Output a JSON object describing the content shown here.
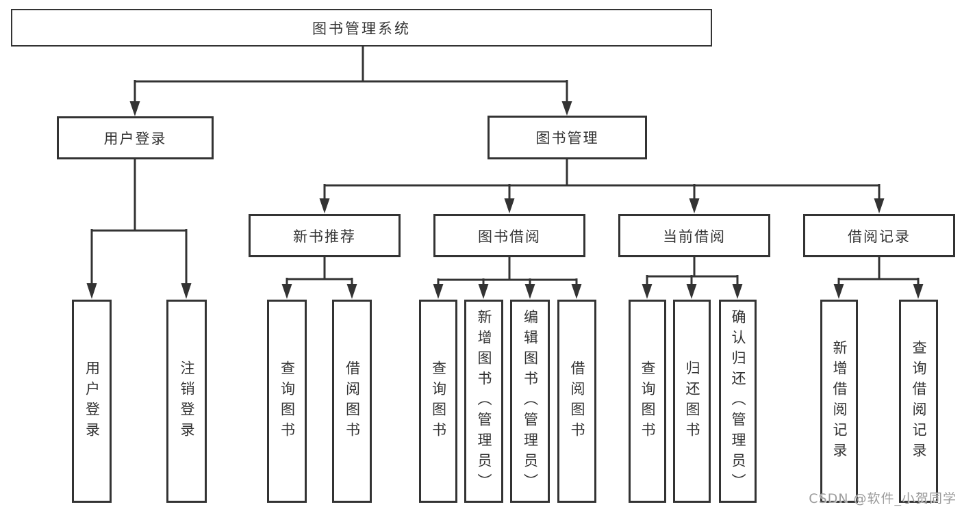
{
  "tree": {
    "root": {
      "label": "图书管理系统"
    },
    "branches": [
      {
        "label": "用户登录",
        "children": [
          {
            "label": "用户登录"
          },
          {
            "label": "注销登录"
          }
        ]
      },
      {
        "label": "图书管理",
        "children": [
          {
            "label": "新书推荐",
            "children": [
              {
                "label": "查询图书"
              },
              {
                "label": "借阅图书"
              }
            ]
          },
          {
            "label": "图书借阅",
            "children": [
              {
                "label": "查询图书"
              },
              {
                "label": "新增图书（管理员）"
              },
              {
                "label": "编辑图书（管理员）"
              },
              {
                "label": "借阅图书"
              }
            ]
          },
          {
            "label": "当前借阅",
            "children": [
              {
                "label": "查询图书"
              },
              {
                "label": "归还图书"
              },
              {
                "label": "确认归还（管理员）"
              }
            ]
          },
          {
            "label": "借阅记录",
            "children": [
              {
                "label": "新增借阅记录"
              },
              {
                "label": "查询借阅记录"
              }
            ]
          }
        ]
      }
    ]
  },
  "watermark": {
    "text": "CSDN @软件_小贺同学"
  },
  "colors": {
    "line": "#333333",
    "text": "#333333",
    "watermark": "#9c9c9c",
    "background": "#ffffff"
  }
}
